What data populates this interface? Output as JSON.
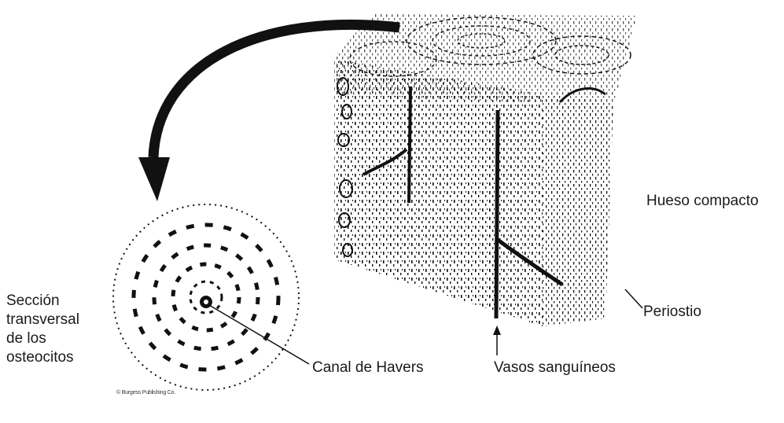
{
  "labels": {
    "cross_section": [
      "Sección",
      "transversal",
      "de los",
      "osteocitos"
    ],
    "compact_bone": "Hueso compacto",
    "periosteum": "Periostio",
    "haversian_canal": "Canal de Havers",
    "blood_vessels": "Vasos sanguíneos"
  },
  "credit": "© Burgess Publishing Co.",
  "colors": {
    "ink": "#111111",
    "background": "#ffffff"
  }
}
